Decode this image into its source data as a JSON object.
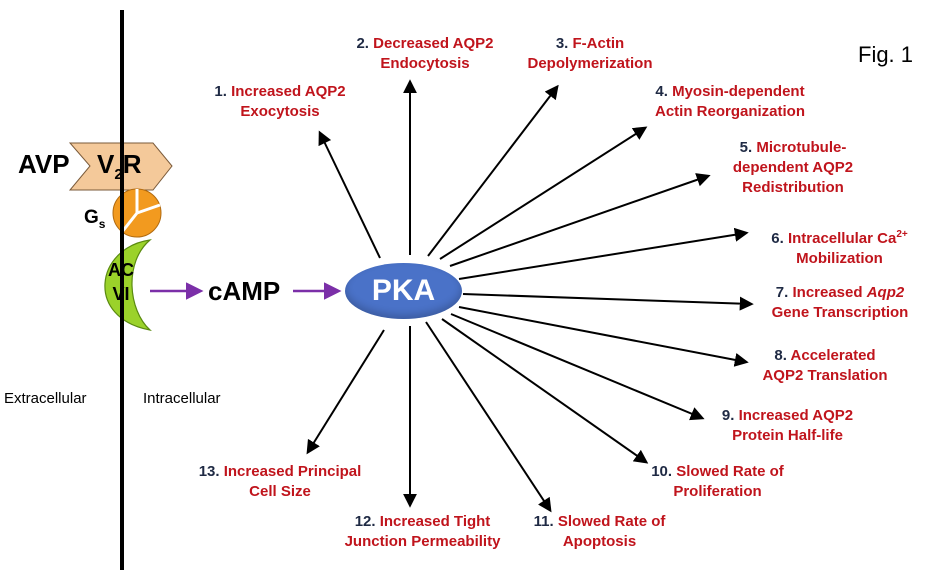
{
  "figure_label": "Fig. 1",
  "center_label": "PKA",
  "messenger_label": "cAMP",
  "hormone_label": "AVP",
  "receptor": {
    "main": "V",
    "subscript": "2",
    "suffix": "R"
  },
  "g_protein": {
    "main": "G",
    "subscript": "s"
  },
  "enzyme": {
    "line1": "AC",
    "line2": "VI"
  },
  "side_labels": {
    "left": "Extracellular",
    "right": "Intracellular"
  },
  "effects": [
    {
      "number": "1.",
      "line1": "Increased AQP2",
      "line2": "Exocytosis"
    },
    {
      "number": "2.",
      "line1": "Decreased AQP2",
      "line2": "Endocytosis"
    },
    {
      "number": "3.",
      "line1": "F-Actin",
      "line2": "Depolymerization"
    },
    {
      "number": "4.",
      "line1": "Myosin-dependent",
      "line2": "Actin Reorganization"
    },
    {
      "number": "5.",
      "line1": "Microtubule-",
      "line2": "dependent AQP2",
      "line3": "Redistribution"
    },
    {
      "number": "6.",
      "line1": "Intracellular Ca",
      "line1_sup": "2+",
      "line2": "Mobilization"
    },
    {
      "number": "7.",
      "line1": "Increased",
      "line1_italic": "Aqp2",
      "line2": "Gene Transcription"
    },
    {
      "number": "8.",
      "line1": "Accelerated",
      "line2": "AQP2 Translation"
    },
    {
      "number": "9.",
      "line1": "Increased AQP2",
      "line2": "Protein Half-life"
    },
    {
      "number": "10.",
      "line1": "Slowed Rate of",
      "line2": "Proliferation"
    },
    {
      "number": "11.",
      "line1": "Slowed Rate of",
      "line2": "Apoptosis"
    },
    {
      "number": "12.",
      "line1": "Increased Tight",
      "line2": "Junction Permeability"
    },
    {
      "number": "13.",
      "line1": "Increased Principal",
      "line2": "Cell Size"
    }
  ],
  "colors": {
    "effect_text": "#c0141c",
    "number_text": "#1f2a44",
    "pka_fill": "#4a72c8",
    "receptor_fill": "#f4c99a",
    "gprotein_fill": "#f29a1f",
    "enzyme_fill": "#9bd22a",
    "camp_arrow": "#7b2fa8"
  }
}
